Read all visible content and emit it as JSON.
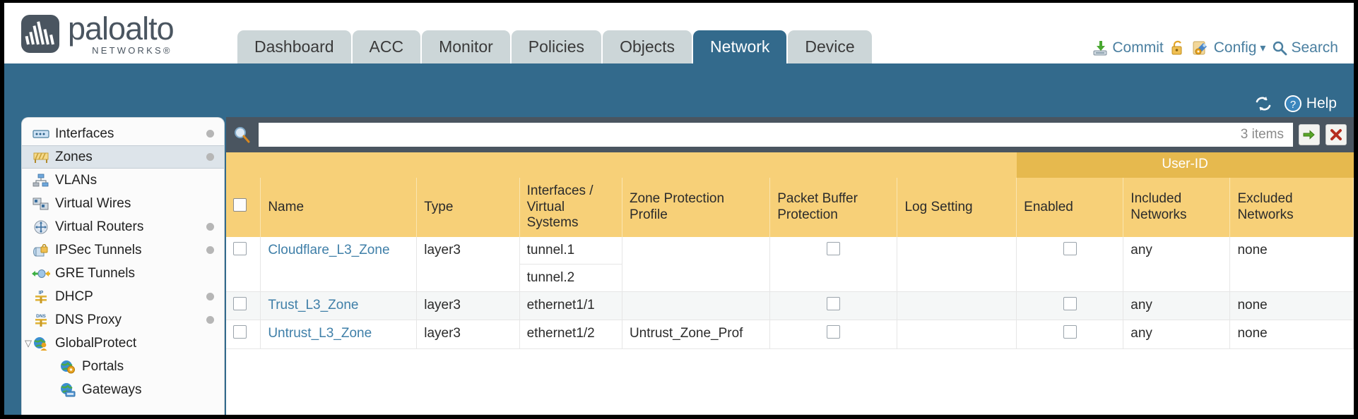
{
  "brand": {
    "name": "paloalto",
    "tagline": "NETWORKS",
    "registered": "®",
    "logo_color": "#4a5560"
  },
  "tabs": [
    {
      "label": "Dashboard",
      "active": false
    },
    {
      "label": "ACC",
      "active": false
    },
    {
      "label": "Monitor",
      "active": false
    },
    {
      "label": "Policies",
      "active": false
    },
    {
      "label": "Objects",
      "active": false
    },
    {
      "label": "Network",
      "active": true
    },
    {
      "label": "Device",
      "active": false
    }
  ],
  "header_actions": {
    "commit": "Commit",
    "config": "Config",
    "search": "Search",
    "lock_icon": "padlock-unlocked-icon",
    "commit_icon": "commit-icon",
    "config_icon": "config-wrench-icon",
    "config_caret": "▾",
    "search_icon": "search-magnifier-icon"
  },
  "subheader_actions": {
    "refresh_icon": "refresh-icon",
    "help_icon": "help-question-icon",
    "help": "Help"
  },
  "colors": {
    "accent_blue": "#336a8c",
    "tab_inactive": "#ccd6d8",
    "header_amber": "#f7d078",
    "group_amber": "#e6b94e",
    "panel_slate": "#4a5560",
    "link": "#3f7fa8"
  },
  "sidebar": {
    "items": [
      {
        "label": "Interfaces",
        "icon": "interfaces-icon",
        "dot": true,
        "selected": false,
        "child": false,
        "caret": ""
      },
      {
        "label": "Zones",
        "icon": "zones-icon",
        "dot": true,
        "selected": true,
        "child": false,
        "caret": ""
      },
      {
        "label": "VLANs",
        "icon": "vlans-icon",
        "dot": false,
        "selected": false,
        "child": false,
        "caret": ""
      },
      {
        "label": "Virtual Wires",
        "icon": "virtual-wires-icon",
        "dot": false,
        "selected": false,
        "child": false,
        "caret": ""
      },
      {
        "label": "Virtual Routers",
        "icon": "virtual-routers-icon",
        "dot": true,
        "selected": false,
        "child": false,
        "caret": ""
      },
      {
        "label": "IPSec Tunnels",
        "icon": "ipsec-tunnels-icon",
        "dot": true,
        "selected": false,
        "child": false,
        "caret": ""
      },
      {
        "label": "GRE Tunnels",
        "icon": "gre-tunnels-icon",
        "dot": false,
        "selected": false,
        "child": false,
        "caret": ""
      },
      {
        "label": "DHCP",
        "icon": "dhcp-icon",
        "dot": true,
        "selected": false,
        "child": false,
        "caret": ""
      },
      {
        "label": "DNS Proxy",
        "icon": "dns-proxy-icon",
        "dot": true,
        "selected": false,
        "child": false,
        "caret": ""
      },
      {
        "label": "GlobalProtect",
        "icon": "globalprotect-icon",
        "dot": false,
        "selected": false,
        "child": false,
        "caret": "▽"
      },
      {
        "label": "Portals",
        "icon": "portals-icon",
        "dot": false,
        "selected": false,
        "child": true,
        "caret": ""
      },
      {
        "label": "Gateways",
        "icon": "gateways-icon",
        "dot": false,
        "selected": false,
        "child": true,
        "caret": ""
      }
    ]
  },
  "search": {
    "value": "",
    "placeholder": "",
    "item_count": "3 items",
    "apply_icon": "green-arrow-apply-icon",
    "clear_icon": "red-x-clear-icon",
    "magnifier_icon": "search-magnifier-icon"
  },
  "table": {
    "group_header": {
      "label": "User-ID",
      "span": 3
    },
    "columns": [
      {
        "key": "checkbox",
        "label": ""
      },
      {
        "key": "name",
        "label": "Name"
      },
      {
        "key": "type",
        "label": "Type"
      },
      {
        "key": "interfaces",
        "label": "Interfaces / Virtual Systems"
      },
      {
        "key": "zone_protection",
        "label": "Zone Protection Profile"
      },
      {
        "key": "packet_buffer",
        "label": "Packet Buffer Protection"
      },
      {
        "key": "log_setting",
        "label": "Log Setting"
      },
      {
        "key": "enabled",
        "label": "Enabled"
      },
      {
        "key": "included",
        "label": "Included Networks"
      },
      {
        "key": "excluded",
        "label": "Excluded Networks"
      }
    ],
    "rows": [
      {
        "selected": false,
        "name": "Cloudflare_L3_Zone",
        "type": "layer3",
        "interfaces": [
          "tunnel.1",
          "tunnel.2"
        ],
        "zone_protection": "",
        "packet_buffer_checked": false,
        "log_setting": "",
        "enabled_checked": false,
        "included": "any",
        "excluded": "none"
      },
      {
        "selected": false,
        "name": "Trust_L3_Zone",
        "type": "layer3",
        "interfaces": [
          "ethernet1/1"
        ],
        "zone_protection": "",
        "packet_buffer_checked": false,
        "log_setting": "",
        "enabled_checked": false,
        "included": "any",
        "excluded": "none"
      },
      {
        "selected": false,
        "name": "Untrust_L3_Zone",
        "type": "layer3",
        "interfaces": [
          "ethernet1/2"
        ],
        "zone_protection": "Untrust_Zone_Prof",
        "packet_buffer_checked": false,
        "log_setting": "",
        "enabled_checked": false,
        "included": "any",
        "excluded": "none"
      }
    ]
  }
}
